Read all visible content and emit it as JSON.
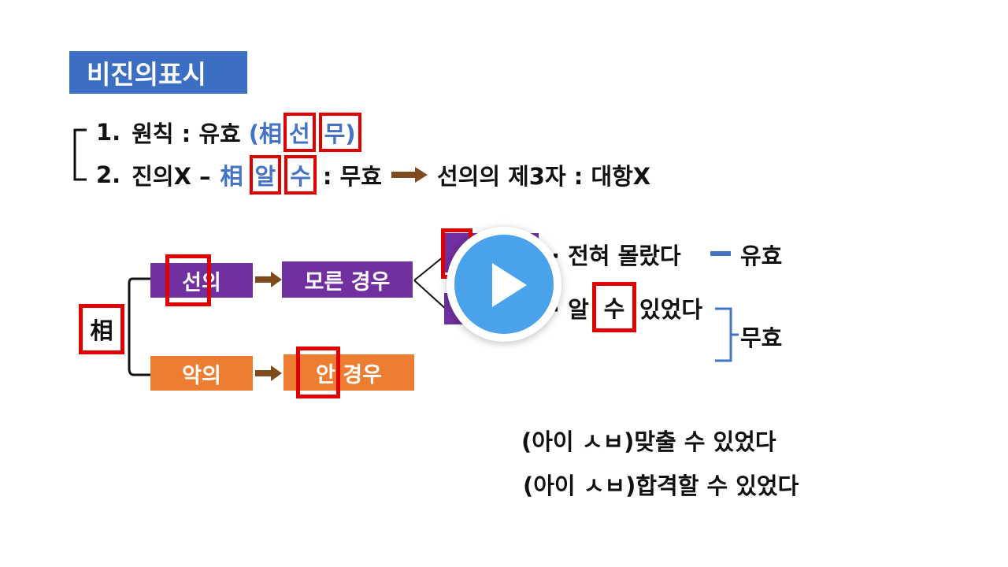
{
  "title": "비진의표시",
  "line1": {
    "num": "1.",
    "text": "원칙 : 유효",
    "paren_open": "(相",
    "box1": "선",
    "box2": "무)"
  },
  "line2": {
    "num": "2.",
    "text": "진의X –",
    "sang": "相",
    "box1": "알",
    "box2": "수",
    "after": ": 무효",
    "result": "선의의 제3자 : 대항X"
  },
  "diagram": {
    "root": "相",
    "good_faith": "선의",
    "unknown": "모른 경우",
    "bad_faith": "악의",
    "knew": "안 경우",
    "branch_top": "· 전혀 몰랐다",
    "branch_top_result": "유효",
    "branch_bottom_pre": "· 알",
    "branch_bottom_box": "수",
    "branch_bottom_post": "있었다",
    "branch_bottom_result": "무효"
  },
  "notes": [
    {
      "paren": "(아이 ㅅㅂ)",
      "text": "맞출 수 있었다"
    },
    {
      "paren": "(아이 ㅅㅂ)",
      "text": "합격할 수 있었다"
    }
  ],
  "colors": {
    "title_bg": "#3c6fc4",
    "blue": "#4472c4",
    "purple": "#7030a0",
    "orange": "#ed7d31",
    "red": "#e00000",
    "arrow": "#7f4a1e",
    "play": "#4aa2ea"
  },
  "icons": [
    "play-icon",
    "arrow-right-icon"
  ]
}
